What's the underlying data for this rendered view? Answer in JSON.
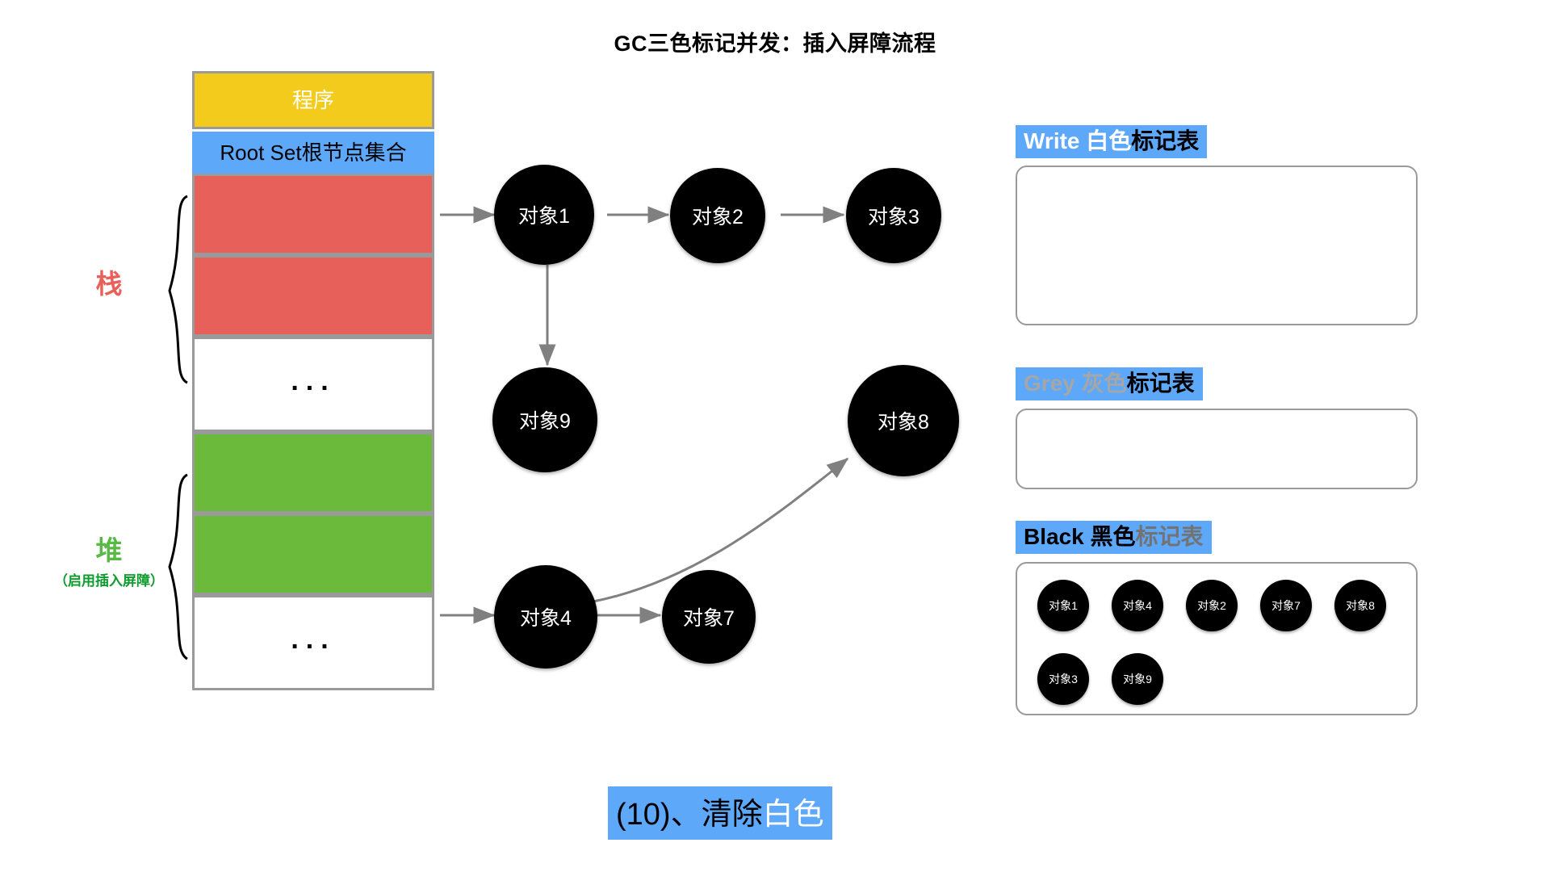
{
  "title": "GC三色标记并发：插入屏障流程",
  "memory_column": {
    "program_label": "程序",
    "root_set_label": "Root Set根节点集合",
    "dots": "...",
    "cells": [
      {
        "kind": "program",
        "label": "程序",
        "color": "#f2cb1d"
      },
      {
        "kind": "rootset",
        "label": "Root Set根节点集合",
        "color": "#5ea8fa"
      },
      {
        "kind": "red",
        "label": "",
        "color": "#e8605a"
      },
      {
        "kind": "red",
        "label": "",
        "color": "#e8605a"
      },
      {
        "kind": "dots",
        "label": "...",
        "color": "#ffffff"
      },
      {
        "kind": "green",
        "label": "",
        "color": "#6bba3c"
      },
      {
        "kind": "green",
        "label": "",
        "color": "#6bba3c"
      },
      {
        "kind": "dots",
        "label": "...",
        "color": "#ffffff"
      }
    ]
  },
  "side_labels": {
    "stack": "栈",
    "stack_color": "#e8605a",
    "heap": "堆",
    "heap_note": "（启用插入屏障）",
    "heap_color": "#58b947"
  },
  "graph": {
    "nodes": [
      {
        "id": "obj1",
        "label": "对象1"
      },
      {
        "id": "obj2",
        "label": "对象2"
      },
      {
        "id": "obj3",
        "label": "对象3"
      },
      {
        "id": "obj9",
        "label": "对象9"
      },
      {
        "id": "obj8",
        "label": "对象8"
      },
      {
        "id": "obj4",
        "label": "对象4"
      },
      {
        "id": "obj7",
        "label": "对象7"
      }
    ],
    "edges": [
      {
        "from": "rootset-red",
        "to": "obj1"
      },
      {
        "from": "obj1",
        "to": "obj2"
      },
      {
        "from": "obj2",
        "to": "obj3"
      },
      {
        "from": "obj1",
        "to": "obj9"
      },
      {
        "from": "rootset-green",
        "to": "obj4"
      },
      {
        "from": "obj4",
        "to": "obj7"
      },
      {
        "from": "obj4",
        "to": "obj8"
      }
    ]
  },
  "tables": [
    {
      "id": "white",
      "title_en": "Write ",
      "title_color_word": "白色",
      "title_suffix": "标记表",
      "items": []
    },
    {
      "id": "grey",
      "title_en": "Grey ",
      "title_color_word": "灰色",
      "title_suffix": "标记表",
      "items": []
    },
    {
      "id": "black",
      "title_en": "Black ",
      "title_color_word": "黑色",
      "title_suffix": "标记表",
      "items": [
        "对象1",
        "对象4",
        "对象2",
        "对象7",
        "对象8",
        "对象3",
        "对象9"
      ]
    }
  ],
  "caption": {
    "prefix": "(10)、清除",
    "highlight": "白色"
  },
  "colors": {
    "blue": "#5ea8fa",
    "yellow": "#f2cb1d",
    "red": "#e8605a",
    "green": "#6bba3c",
    "node": "#000000",
    "border": "#9a9a9a",
    "arrow": "#808080"
  }
}
